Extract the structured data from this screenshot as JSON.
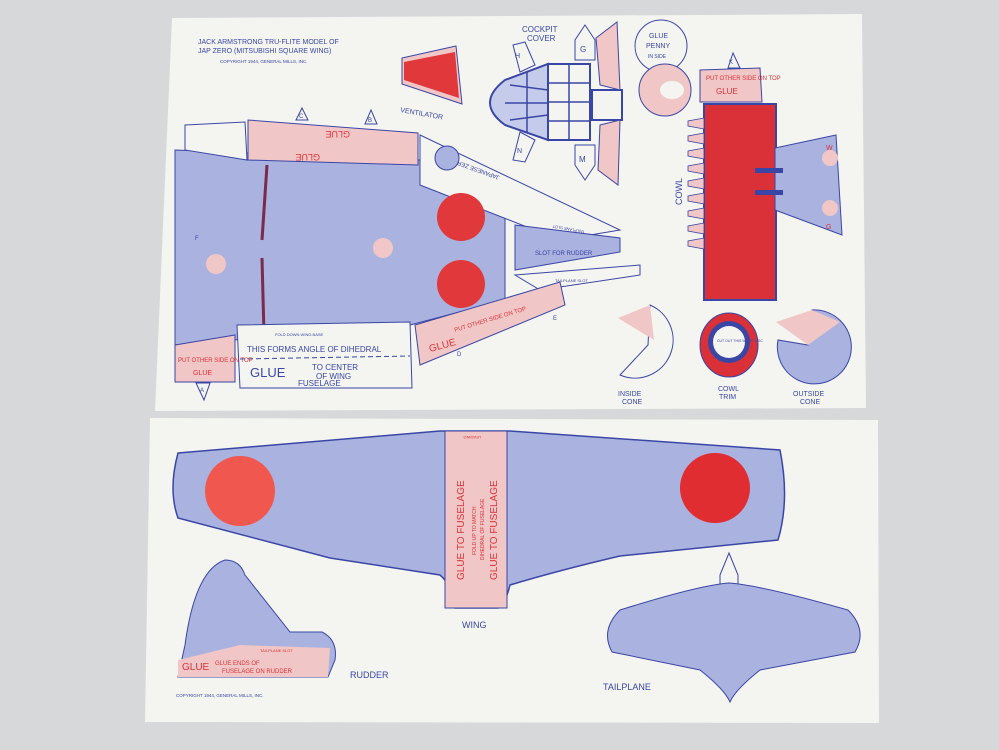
{
  "colors": {
    "background": "#d6d8d9",
    "paper": "#f4f4f0",
    "blue_fill": "#aab2df",
    "blue_line": "#3a46a6",
    "red": "#e0383b",
    "pink": "#f1c6c6"
  },
  "top_sheet": {
    "title_line1": "JACK ARMSTRONG TRU-FLITE MODEL OF",
    "title_line2": "JAP ZERO (MITSUBISHI SQUARE WING)",
    "copyright": "COPYRIGHT 1944, GENERAL MILLS, INC.",
    "ventilator": "VENTILATOR",
    "cockpit_cover_line1": "COCKPIT",
    "cockpit_cover_line2": "COVER",
    "tab_letters": {
      "c": "C",
      "b": "B",
      "h": "H",
      "n": "N",
      "g": "G",
      "m": "M",
      "k": "K",
      "w": "W",
      "g2": "G",
      "a": "A",
      "d": "D",
      "e": "E",
      "f": "F"
    },
    "glue": "GLUE",
    "fold_down": "FOLD DOWN",
    "put_other_side_on_top": "PUT OTHER SIDE ON TOP",
    "japanese_zero": "JAPANESE ZERO",
    "tailplane_slot": "TAILPLANE SLOT",
    "slot_for_rudder": "SLOT FOR RUDDER",
    "fold_down_wing_base": "FOLD DOWN WING BASE",
    "dihedral": "THIS FORMS ANGLE OF DIHEDRAL",
    "glue_to_center_line1": "TO CENTER",
    "glue_to_center_line2": "OF WING",
    "fuselage": "FUSELAGE",
    "glue_penny_line1": "GLUE",
    "glue_penny_line2": "PENNY",
    "glue_penny_line3": "IN SIDE",
    "cowl": "COWL",
    "cut_out_disc": "CUT OUT THIS WHITE DISC",
    "inside_cone_line1": "INSIDE",
    "inside_cone_line2": "CONE",
    "cowl_trim_line1": "COWL",
    "cowl_trim_line2": "TRIM",
    "outside_cone_line1": "OUTSIDE",
    "outside_cone_line2": "CONE"
  },
  "bottom_sheet": {
    "leading": "LEADING",
    "glue_to_fuselage": "GLUE TO FUSELAGE",
    "fold_up_line1": "FOLD UP TO MATCH",
    "fold_up_line2": "DIHEDRAL OF FUSELAGE",
    "wing": "WING",
    "rudder": "RUDDER",
    "rudder_glue": "GLUE",
    "rudder_glue_ends_line1": "GLUE ENDS OF",
    "rudder_glue_ends_line2": "FUSELAGE ON RUDDER",
    "rudder_tailplane_slot": "TAILPLANE SLOT",
    "tailplane": "TAILPLANE",
    "copyright": "COPYRIGHT 1944, GENERAL MILLS, INC."
  }
}
